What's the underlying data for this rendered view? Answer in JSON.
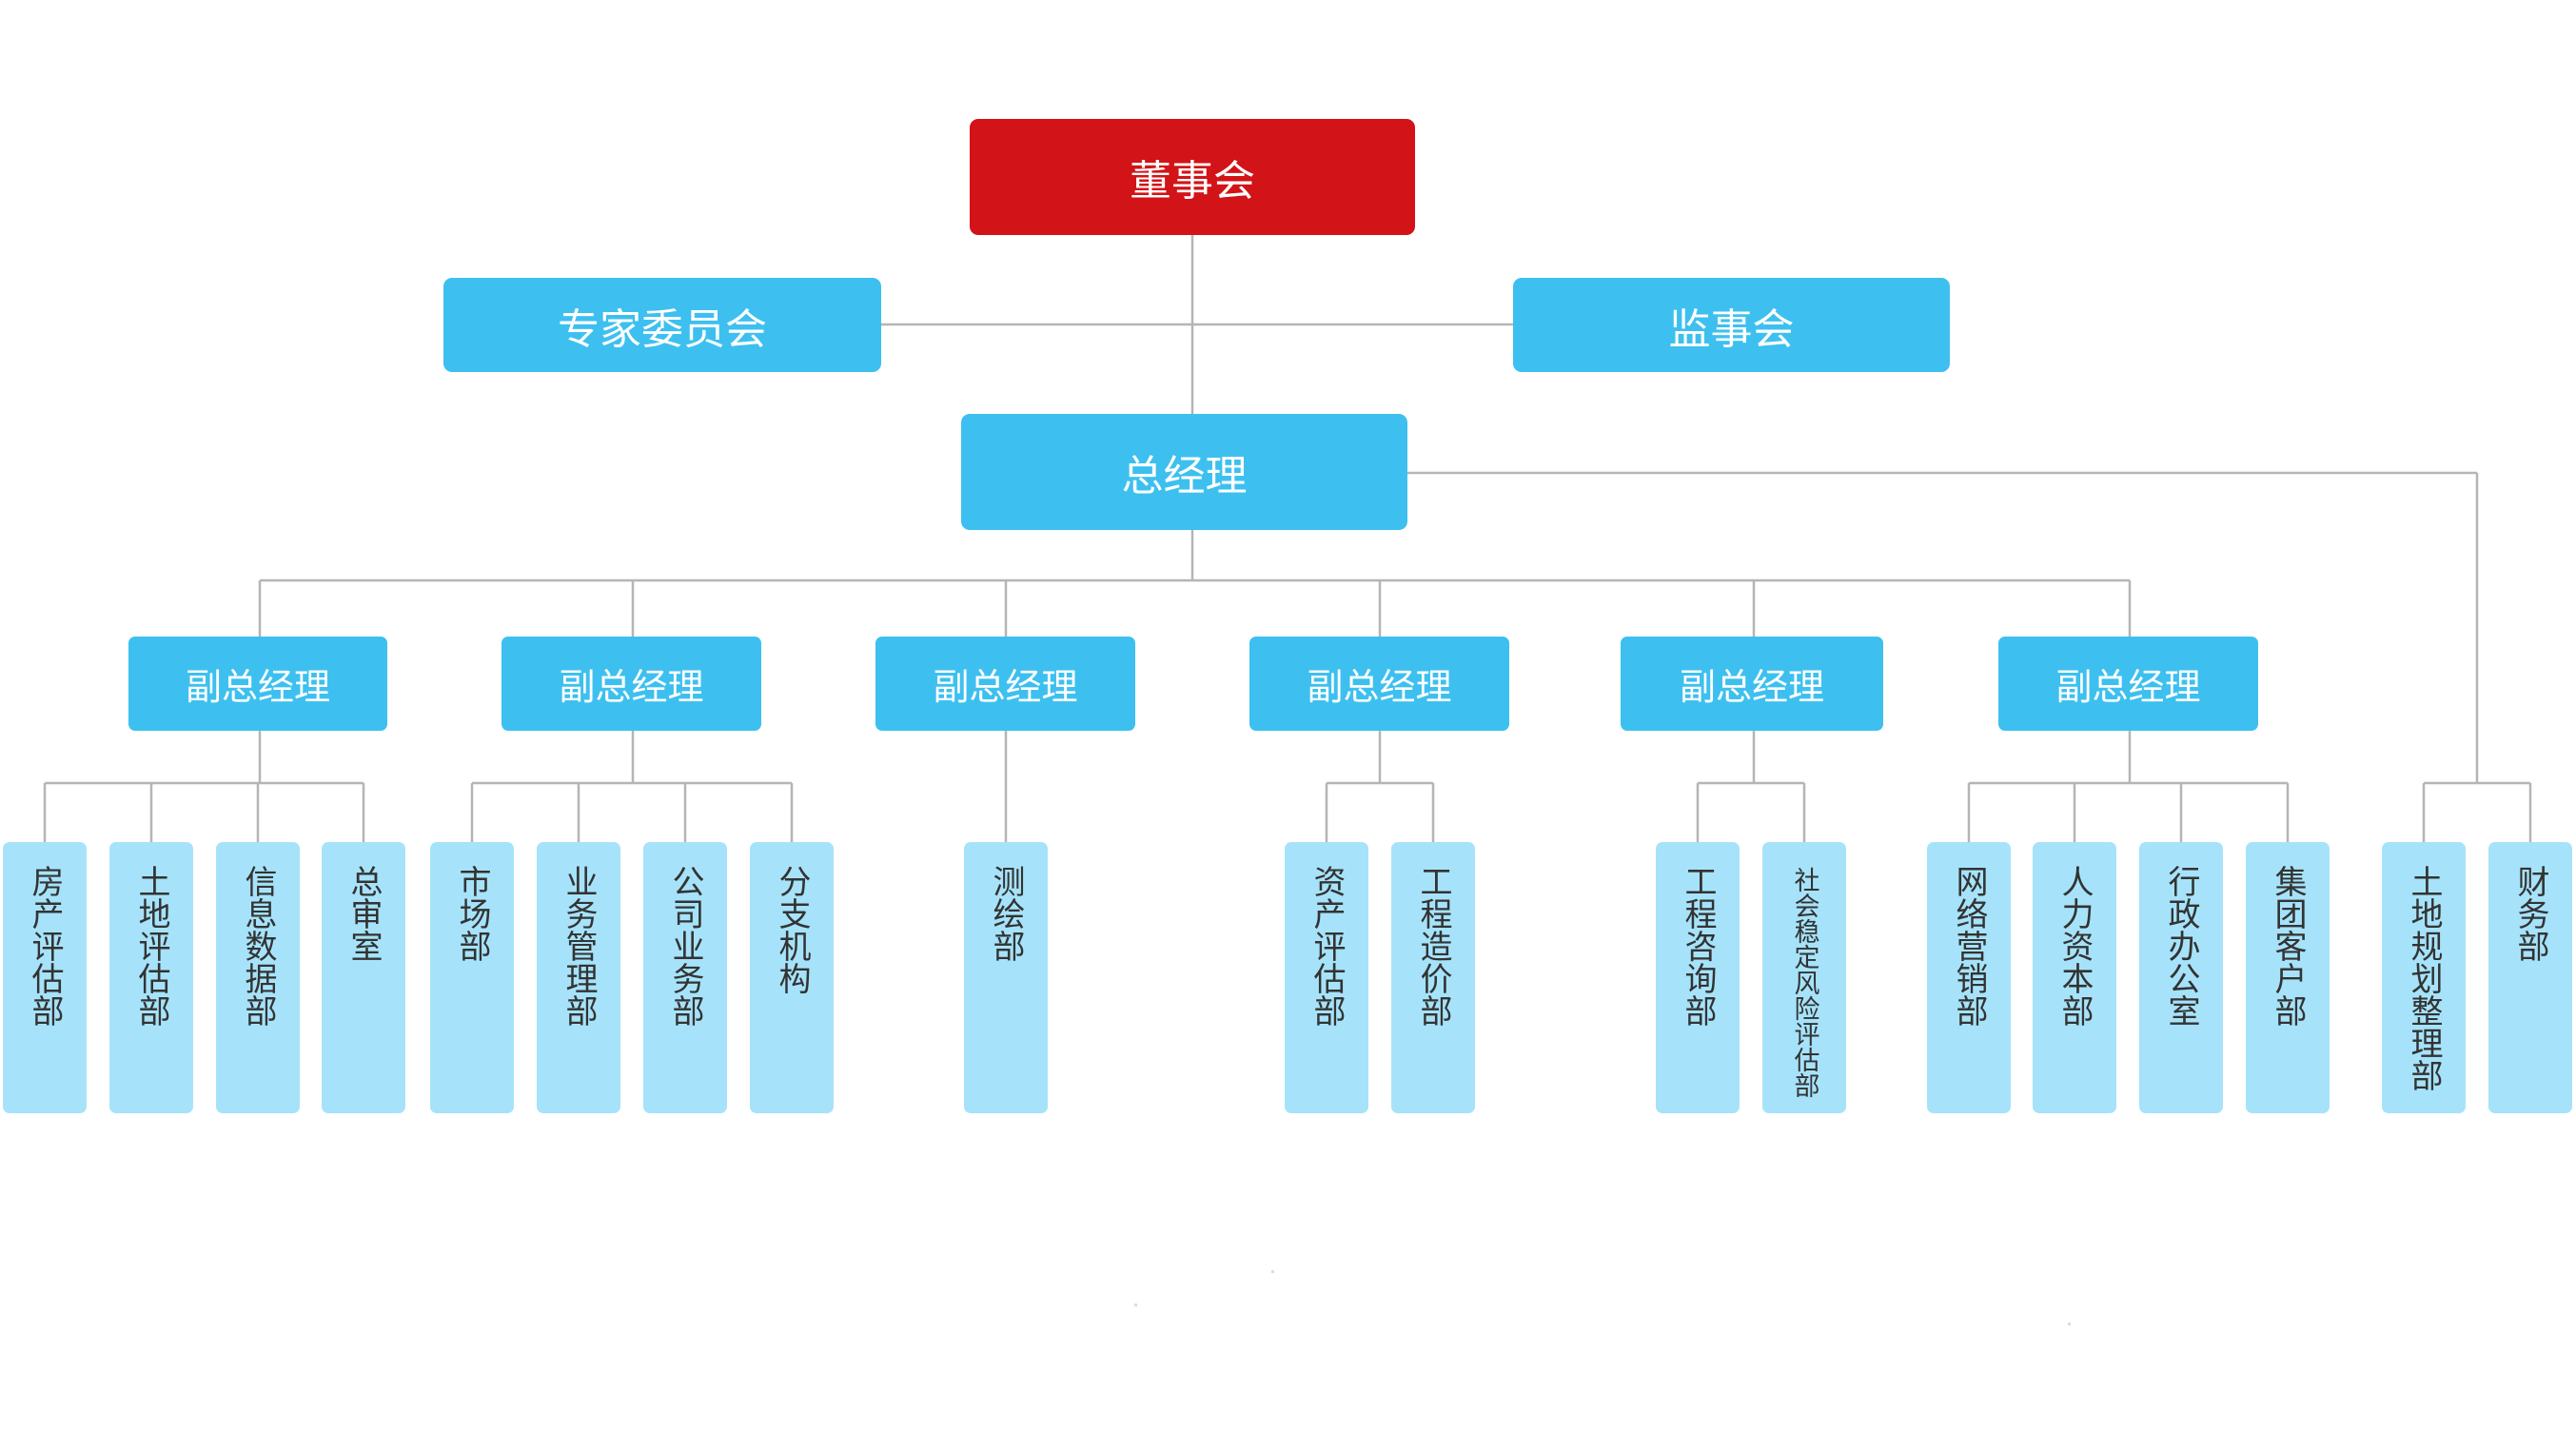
{
  "board": {
    "label": "董事会"
  },
  "experts": {
    "label": "专家委员会"
  },
  "supervisors": {
    "label": "监事会"
  },
  "general_manager": {
    "label": "总经理"
  },
  "vps": [
    {
      "label": "副总经理",
      "depts": [
        "房产评估部",
        "土地评估部",
        "信息数据部",
        "总审室"
      ]
    },
    {
      "label": "副总经理",
      "depts": [
        "市场部",
        "业务管理部",
        "公司业务部",
        "分支机构"
      ]
    },
    {
      "label": "副总经理",
      "depts": [
        "测绘部"
      ]
    },
    {
      "label": "副总经理",
      "depts": [
        "资产评估部",
        "工程造价部"
      ]
    },
    {
      "label": "副总经理",
      "depts": [
        "工程咨询部",
        "社会稳定风险评估部"
      ]
    },
    {
      "label": "副总经理",
      "depts": [
        "网络营销部",
        "人力资本部",
        "行政办公室",
        "集团客户部"
      ]
    }
  ],
  "direct_depts": [
    "土地规划整理部",
    "财务部"
  ],
  "colors": {
    "board": "#d21317",
    "primary": "#3dc0ef",
    "department": "#a6e3fa",
    "line": "#b5b5b5",
    "department_text": "#333333"
  }
}
